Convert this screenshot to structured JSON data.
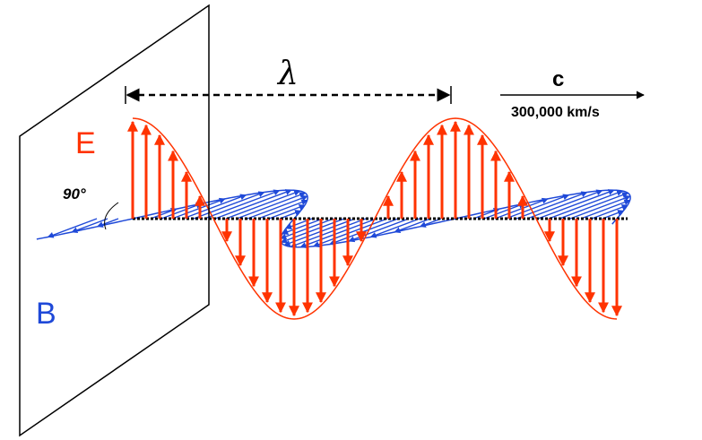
{
  "labels": {
    "e_field": "E",
    "b_field": "B",
    "wavelength": "λ",
    "speed_symbol": "c",
    "speed_value": "300,000 km/s",
    "angle": "90°"
  },
  "colors": {
    "e_field": "#ff3300",
    "b_field": "#1f49d8",
    "plane": "#000000",
    "axis": "#000000"
  }
}
